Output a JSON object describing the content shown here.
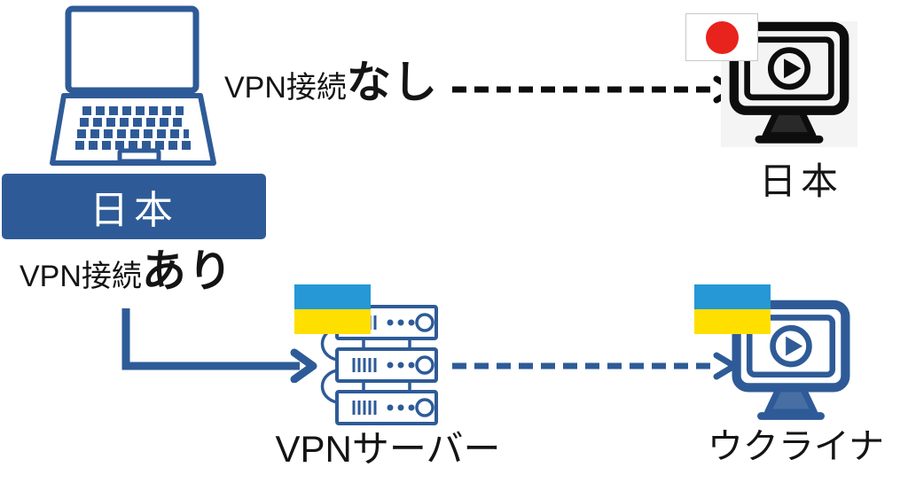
{
  "colors": {
    "primary_blue": "#2e5b97",
    "icon_black": "#0d0d0d",
    "text_black": "#141414",
    "label_text_white": "#ffffff",
    "japan_red": "#e8221c",
    "ukraine_blue": "#2598d5",
    "ukraine_yellow": "#ffdf00",
    "flag_border": "#c8c8c8",
    "monitor_backdrop": "#f4f4f4"
  },
  "client": {
    "country_label": "日本",
    "icon": "laptop-icon"
  },
  "routes": {
    "direct": {
      "prefix": "VPN接続",
      "emphasis": "なし",
      "arrow": "black-dashed-arrow"
    },
    "vpn": {
      "prefix": "VPN接続",
      "emphasis": "あり",
      "arrow_to_server": "blue-elbow-arrow",
      "arrow_to_destination": "blue-dashed-arrow"
    }
  },
  "direct_destination": {
    "label": "日本",
    "flag": "japan-flag-icon",
    "icon": "streaming-monitor-icon"
  },
  "vpn_server": {
    "label": "VPNサーバー",
    "flag": "ukraine-flag-icon",
    "icon": "server-stack-icon"
  },
  "vpn_destination": {
    "label": "ウクライナ",
    "flag": "ukraine-flag-icon",
    "icon": "streaming-monitor-icon"
  }
}
